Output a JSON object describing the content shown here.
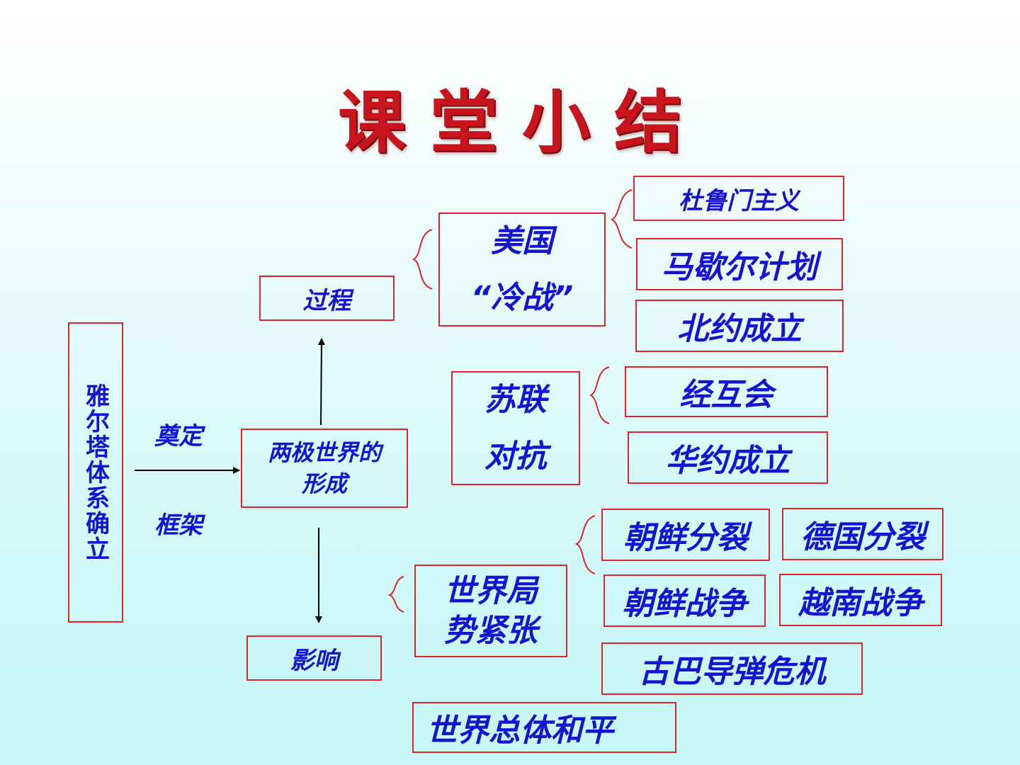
{
  "title": "课堂小结",
  "root": "雅尔塔体系确立",
  "connector": {
    "top": "奠定",
    "bottom": "框架"
  },
  "center": {
    "line1": "两极世界的",
    "line2": "形成"
  },
  "process": "过程",
  "impact": "影响",
  "usa": {
    "line1": "美国",
    "line2": "“冷战”"
  },
  "usa_items": [
    "杜鲁门主义",
    "马歇尔计划",
    "北约成立"
  ],
  "ussr": {
    "line1": "苏联",
    "line2": "对抗"
  },
  "ussr_items": [
    "经互会",
    "华约成立"
  ],
  "tension": {
    "line1": "世界局",
    "line2": "势紧张"
  },
  "tension_items": [
    "朝鲜分裂",
    "德国分裂",
    "朝鲜战争",
    "越南战争",
    "古巴导弹危机"
  ],
  "peace": "世界总体和平",
  "colors": {
    "text": "#1414d2",
    "border": "#e0242c",
    "title": "#c8141c"
  }
}
